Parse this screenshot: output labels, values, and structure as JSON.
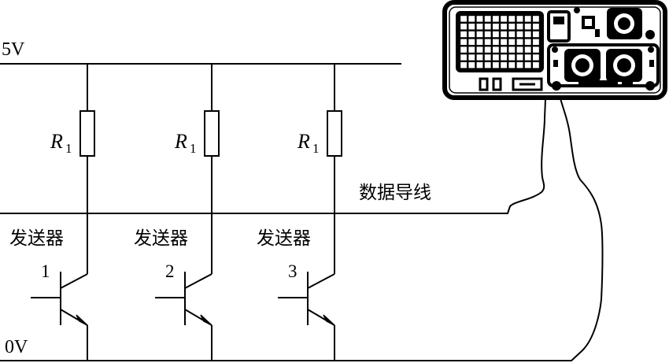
{
  "diagram": {
    "rail_top_label": "5V",
    "rail_bottom_label": "0V",
    "data_line_label": "数据导线",
    "senders": [
      {
        "name": "发送器",
        "number": "1",
        "resistor": "R",
        "resistor_sub": "1"
      },
      {
        "name": "发送器",
        "number": "2",
        "resistor": "R",
        "resistor_sub": "1"
      },
      {
        "name": "发送器",
        "number": "3",
        "resistor": "R",
        "resistor_sub": "1"
      }
    ],
    "instrument": "oscilloscope-icon",
    "colors": {
      "line": "#000000",
      "background": "#ffffff"
    }
  }
}
